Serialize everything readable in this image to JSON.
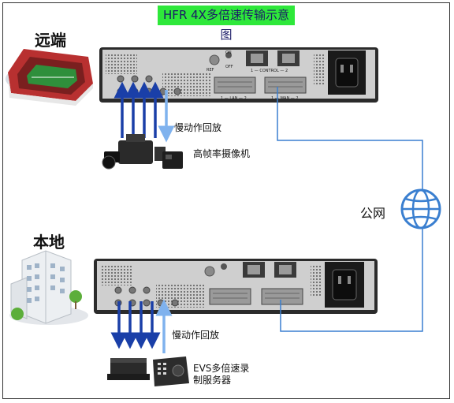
{
  "title": "HFR 4X多倍速传输示意图",
  "remote_label": "远端",
  "local_label": "本地",
  "replay_label_top": "慢动作回放",
  "camera_label": "高帧率摄像机",
  "replay_label_bottom": "慢动作回放",
  "evs_label": "EVS多倍速录制服务器",
  "internet_label": "公网",
  "device_text": {
    "port_label": "REF",
    "switch_on": "ON",
    "switch_off": "OFF",
    "control_label": "1 — CONTROL — 2",
    "lan_label": "1 — LAN — 2",
    "wan_label": "1 — WAN — 2"
  },
  "colors": {
    "title_bg": "#2ee83a",
    "uplink_arrow": "#1a3fa8",
    "replay_arrow": "#7fb2ee",
    "network_line": "#3a7fd0",
    "device_body": "#2b2b2b",
    "device_face": "#cfcfcf"
  },
  "icons": [
    "stadium-icon",
    "office-building-icon",
    "camera-icon",
    "evs-server-icon",
    "evs-controller-icon",
    "globe-icon"
  ]
}
